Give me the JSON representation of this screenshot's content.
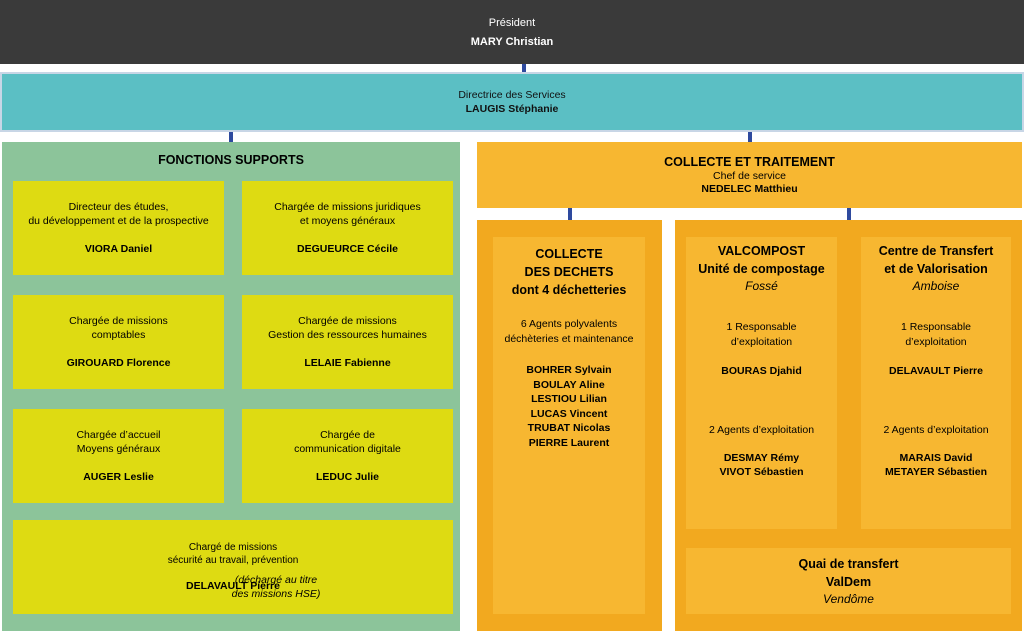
{
  "president": {
    "role": "Président",
    "name": "MARY Christian"
  },
  "directrice": {
    "role": "Directrice des Services",
    "name": "LAUGIS Stéphanie"
  },
  "supports": {
    "title": "FONCTIONS SUPPORTS",
    "boxes": [
      {
        "role": "Directeur des études,\ndu développement  et de la prospective",
        "name": "VIORA Daniel"
      },
      {
        "role": "Chargée de missions juridiques\net moyens généraux",
        "name": "DEGUEURCE Cécile"
      },
      {
        "role": "Chargée de missions\ncomptables",
        "name": "GIROUARD Florence"
      },
      {
        "role": "Chargée de missions\nGestion des ressources humaines",
        "name": "LELAIE Fabienne"
      },
      {
        "role": "Chargée d’accueil\nMoyens généraux",
        "name": "AUGER Leslie"
      },
      {
        "role": "Chargée de\ncommunication digitale",
        "name": "LEDUC Julie"
      }
    ],
    "wide": {
      "role": "Chargé de missions\nsécurité au travail, prévention",
      "name": "DELAVAULT Pierre",
      "note": "(déchargé au titre\ndes missions HSE)"
    }
  },
  "collecte_traitement": {
    "title": "COLLECTE ET TRAITEMENT",
    "role": "Chef de service",
    "name": "NEDELEC Matthieu"
  },
  "collecte_dechets": {
    "title": "COLLECTE\nDES DECHETS\ndont 4 déchetteries",
    "agents": "6 Agents polyvalents\ndéchèteries et maintenance",
    "names": "BOHRER Sylvain\nBOULAY Aline\nLESTIOU Lilian\nLUCAS Vincent\nTRUBAT Nicolas\nPIERRE Laurent"
  },
  "valcompost": {
    "title": "VALCOMPOST\nUnité de compostage",
    "place": "Fossé",
    "resp": "1 Responsable\nd’exploitation",
    "resp_name": "BOURAS Djahid",
    "agents": "2 Agents d’exploitation",
    "agents_names": "DESMAY Rémy\nVIVOT Sébastien"
  },
  "centre": {
    "title": "Centre de Transfert\net de Valorisation",
    "place": "Amboise",
    "resp": "1 Responsable\nd’exploitation",
    "resp_name": "DELAVAULT Pierre",
    "agents": "2 Agents d’exploitation",
    "agents_names": "MARAIS David\nMETAYER Sébastien"
  },
  "quai": {
    "title": "Quai de transfert\nValDem",
    "place": "Vendôme"
  },
  "colors": {
    "president_bg": "#3a3a3a",
    "directrice_bg": "#5bbfc4",
    "supports_bg": "#8cc49a",
    "yellow_box": "#dedb12",
    "orange_header": "#f7b731",
    "orange_panel": "#f2a91f",
    "connector": "#2e4a9e"
  }
}
